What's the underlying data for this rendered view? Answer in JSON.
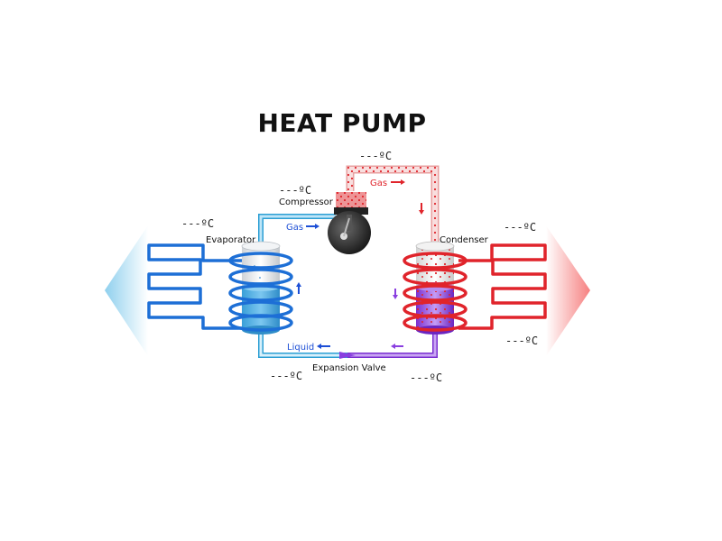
{
  "title": "HEAT PUMP",
  "components": {
    "compressor": "Compressor",
    "evaporator": "Evaporator",
    "condenser": "Condenser",
    "expansion_valve": "Expansion Valve"
  },
  "flow_labels": {
    "gas_top": "Gas",
    "gas_left": "Gas",
    "liquid": "Liquid"
  },
  "temperatures": {
    "top_pipe": "---ºC",
    "compressor": "---ºC",
    "evaporator_in": "---ºC",
    "condenser_in": "---ºC",
    "condenser_out": "---ºC",
    "expansion_left": "---ºC",
    "expansion_right": "---ºC"
  },
  "colors": {
    "hot": "#e0242b",
    "cold": "#1d6fd6",
    "liquid_pipe": "#8fd0ee",
    "mixed": "#8a3fe0"
  }
}
